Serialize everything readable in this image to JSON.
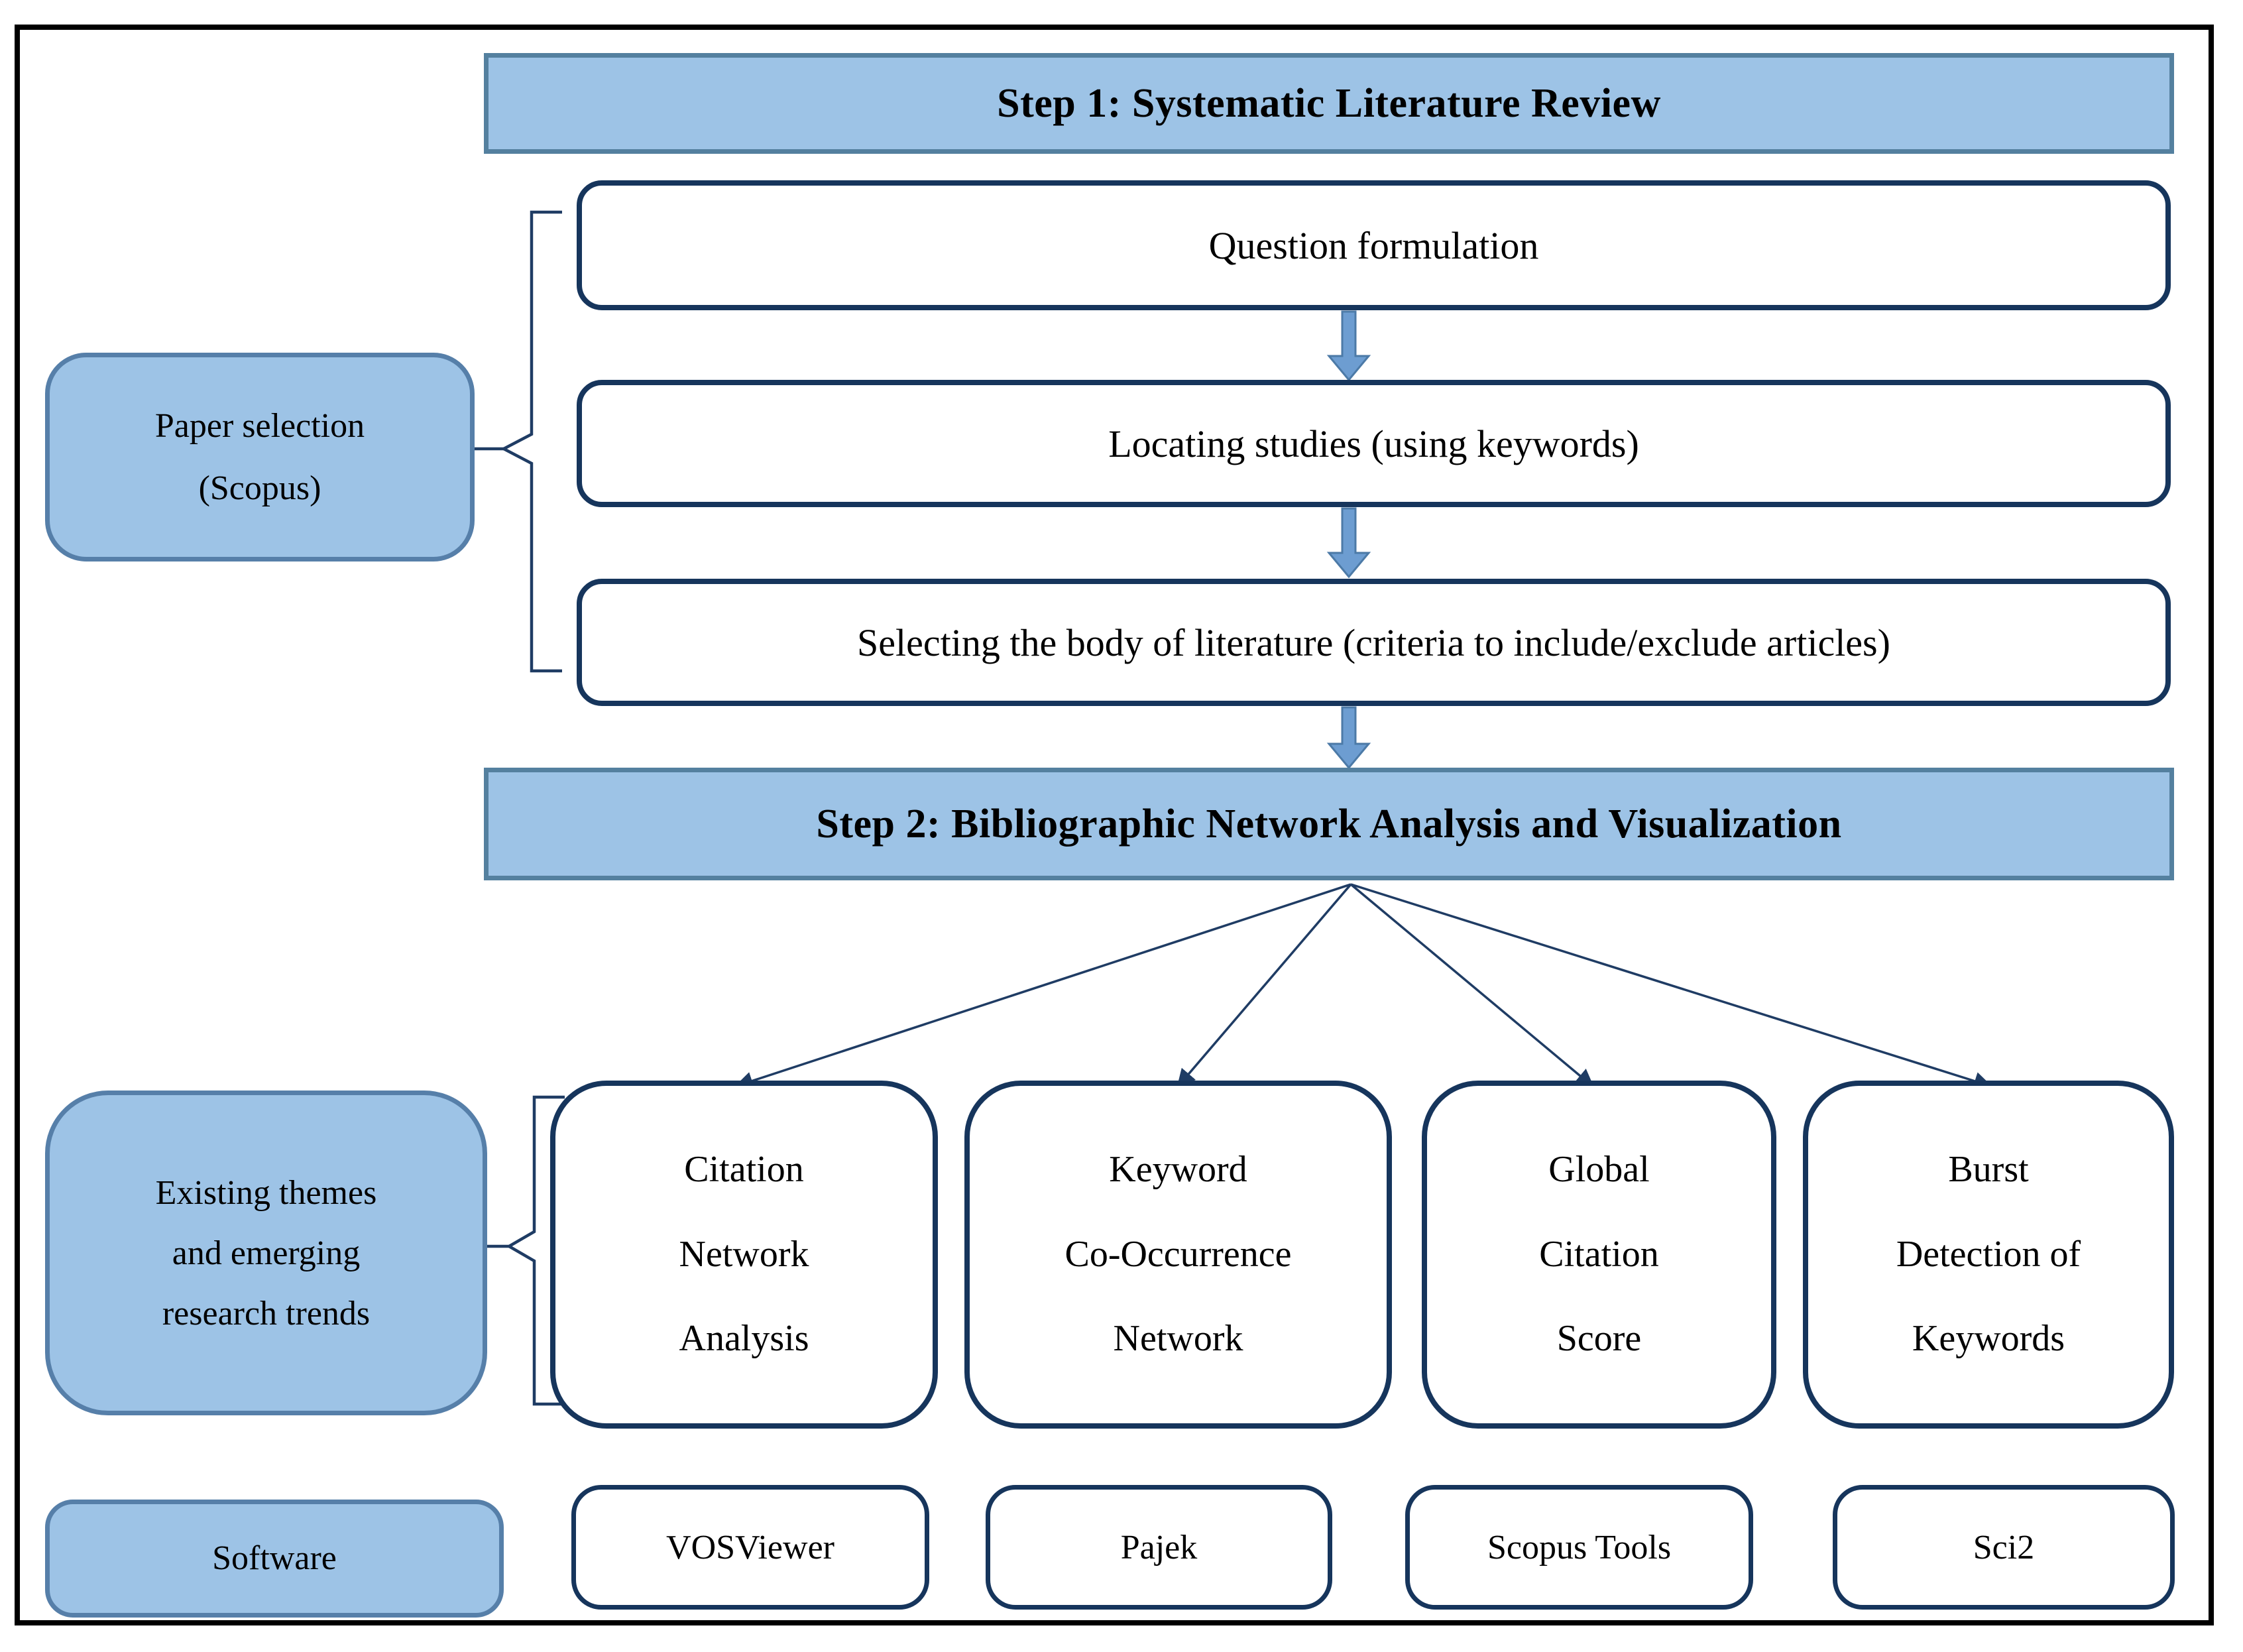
{
  "diagram": {
    "step1": {
      "header": "Step 1: Systematic Literature Review",
      "boxes": [
        "Question formulation",
        "Locating studies (using keywords)",
        "Selecting the body of literature (criteria to include/exclude articles)"
      ]
    },
    "paper_selection": {
      "lines": [
        "Paper selection",
        "(Scopus)"
      ]
    },
    "step2": {
      "header": "Step 2: Bibliographic Network Analysis and Visualization",
      "boxes": [
        {
          "lines": [
            "Citation",
            "Network",
            "Analysis"
          ]
        },
        {
          "lines": [
            "Keyword",
            "Co-Occurrence",
            "Network"
          ]
        },
        {
          "lines": [
            "Global",
            "Citation",
            "Score"
          ]
        },
        {
          "lines": [
            "Burst",
            "Detection of",
            "Keywords"
          ]
        }
      ]
    },
    "themes": {
      "lines": [
        "Existing themes",
        "and emerging",
        "research trends"
      ]
    },
    "software_label": "Software",
    "software_boxes": [
      "VOSViewer",
      "Pajek",
      "Scopus Tools",
      "Sci2"
    ],
    "colors": {
      "box_fill_blue": "#9dc3e6",
      "blue_box_border": "#567fa9",
      "white_box_border": "#16355c",
      "arrow_fill": "#6d9dd1",
      "connector_navy": "#1f3c64",
      "outer_border": "#000000",
      "text": "#000000"
    }
  }
}
